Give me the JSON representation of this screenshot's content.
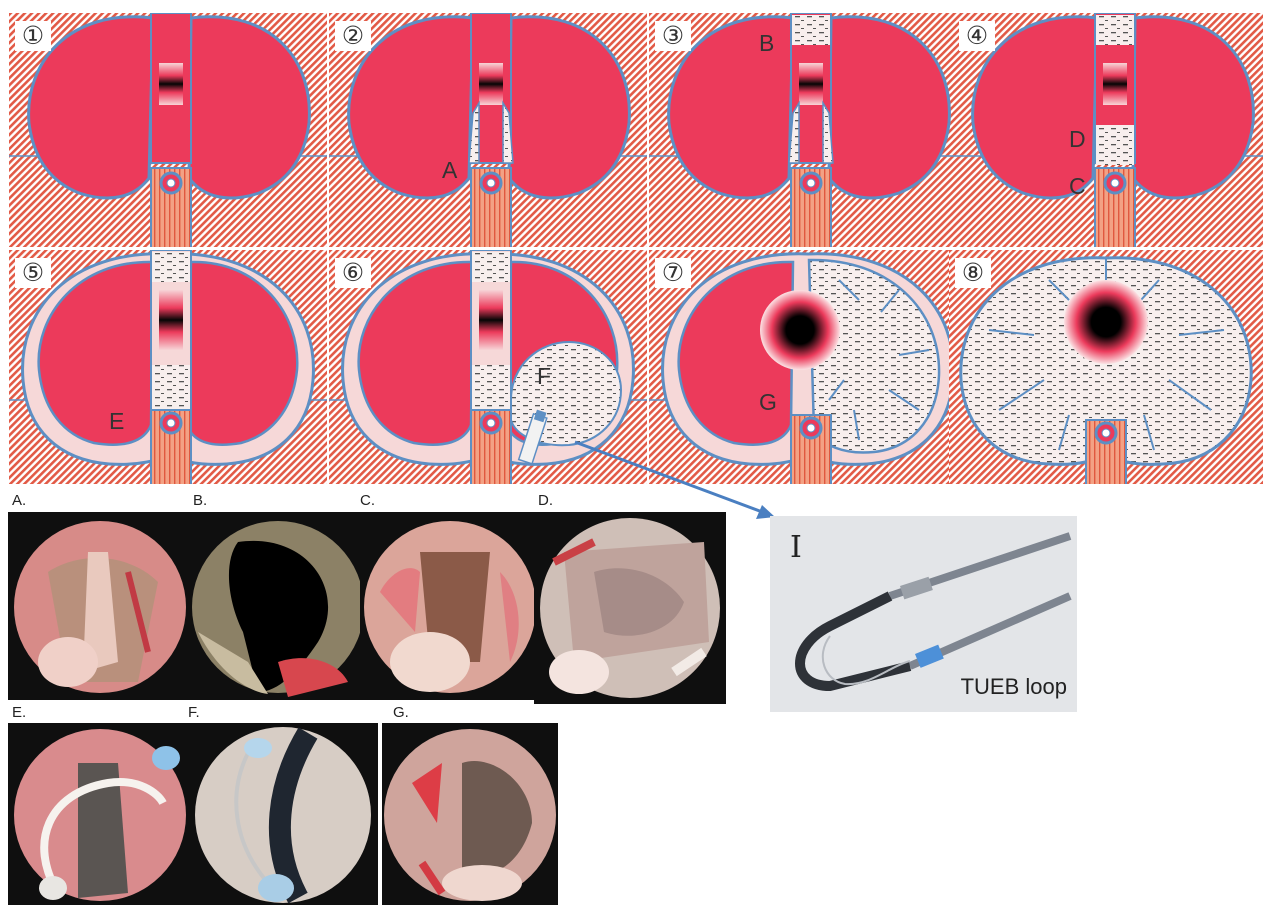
{
  "panels": [
    {
      "number": "①",
      "letters": []
    },
    {
      "number": "②",
      "letters": [
        "A"
      ]
    },
    {
      "number": "③",
      "letters": [
        "B"
      ]
    },
    {
      "number": "④",
      "letters": [
        "D",
        "C"
      ]
    },
    {
      "number": "⑤",
      "letters": [
        "E"
      ]
    },
    {
      "number": "⑥",
      "letters": [
        "F"
      ]
    },
    {
      "number": "⑦",
      "letters": [
        "G"
      ]
    },
    {
      "number": "⑧",
      "letters": []
    }
  ],
  "photo_captions": [
    "A.",
    "B.",
    "C.",
    "D.",
    "E.",
    "F.",
    "G."
  ],
  "inset": {
    "letter": "I",
    "label": "TUEB loop"
  },
  "colors": {
    "lobe": "#ec3a5b",
    "outline": "#5d8fc4",
    "hatch": "#e25a46",
    "urethra": "#f3a184",
    "capsule": "#f6d8d8",
    "cavity": "#f8efee",
    "arrow": "#4a7fc1"
  }
}
